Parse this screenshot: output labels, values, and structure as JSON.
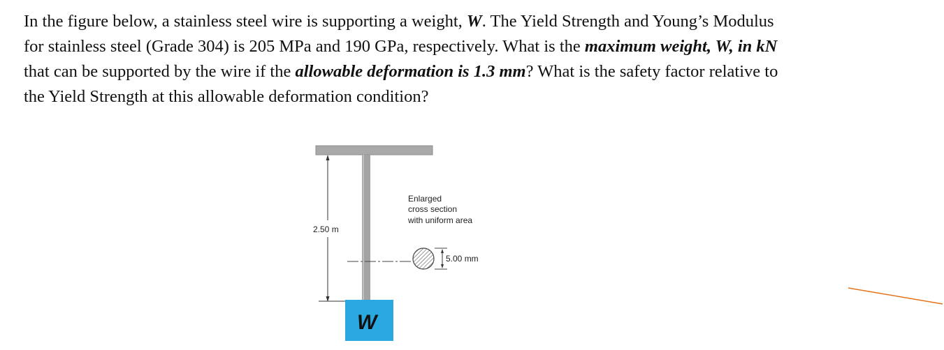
{
  "problem": {
    "p1": "In the figure below, a stainless steel wire is supporting a weight, ",
    "w_symbol": "W",
    "p2": ". The Yield Strength and Young’s Modulus for stainless steel (Grade 304) is 205 MPa and 190 GPa, respectively. What is the ",
    "max_weight_phrase": "maximum weight, W, in kN",
    "p3": " that can be supported by the wire if the ",
    "allowable_phrase": "allowable deformation is 1.3 mm",
    "p4": "? What is the safety factor relative to the Yield Strength at this allowable deformation condition?"
  },
  "figure": {
    "length_label": "2.50 m",
    "enlarged_line1": "Enlarged",
    "enlarged_line2": "cross section",
    "enlarged_line3": "with uniform area",
    "diameter_label": "5.00 mm",
    "weight_label": "W",
    "colors": {
      "support": "#a9a9a9",
      "wire": "#a3a3a3",
      "weight_block": "#29a9e0",
      "annotation_line": "#e4731c"
    }
  }
}
